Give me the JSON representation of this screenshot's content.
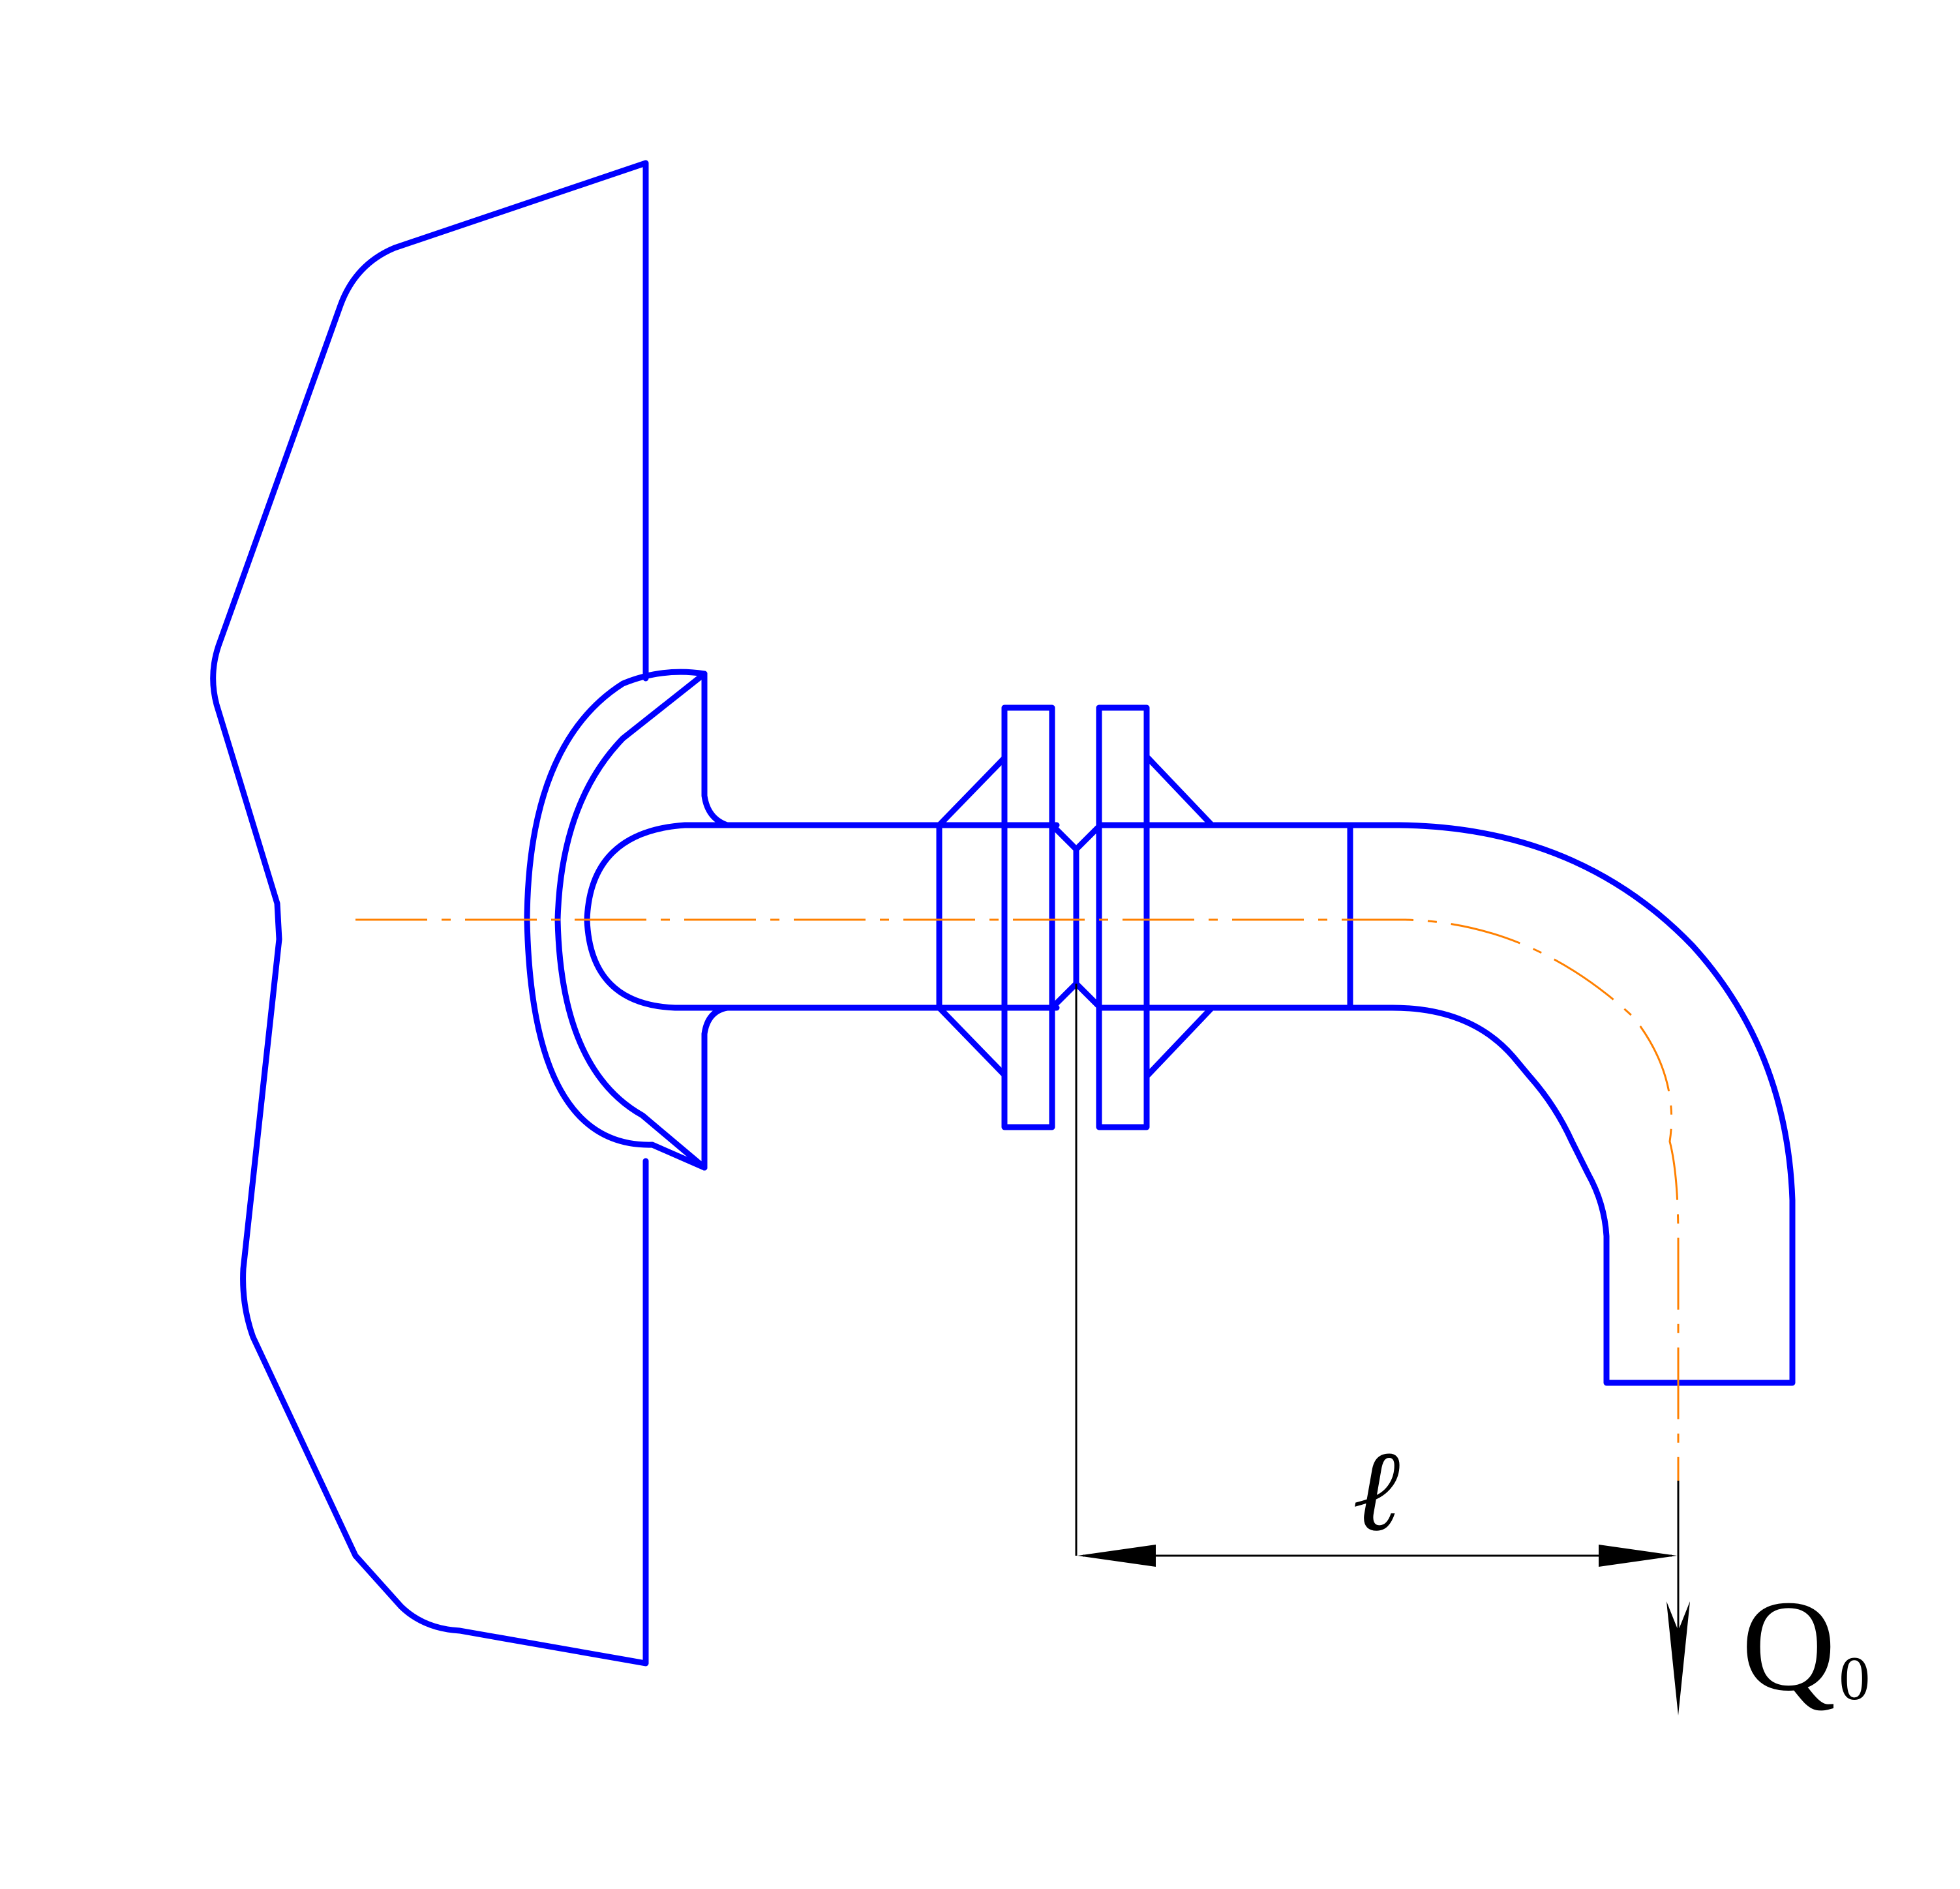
{
  "diagram": {
    "colors": {
      "part_stroke": "#0000ff",
      "centerline": "#ff8000",
      "dimension": "#000000",
      "background": "#ffffff"
    },
    "labels": {
      "length_symbol": "ℓ",
      "load_letter": "Q",
      "load_subscript": "0"
    }
  }
}
